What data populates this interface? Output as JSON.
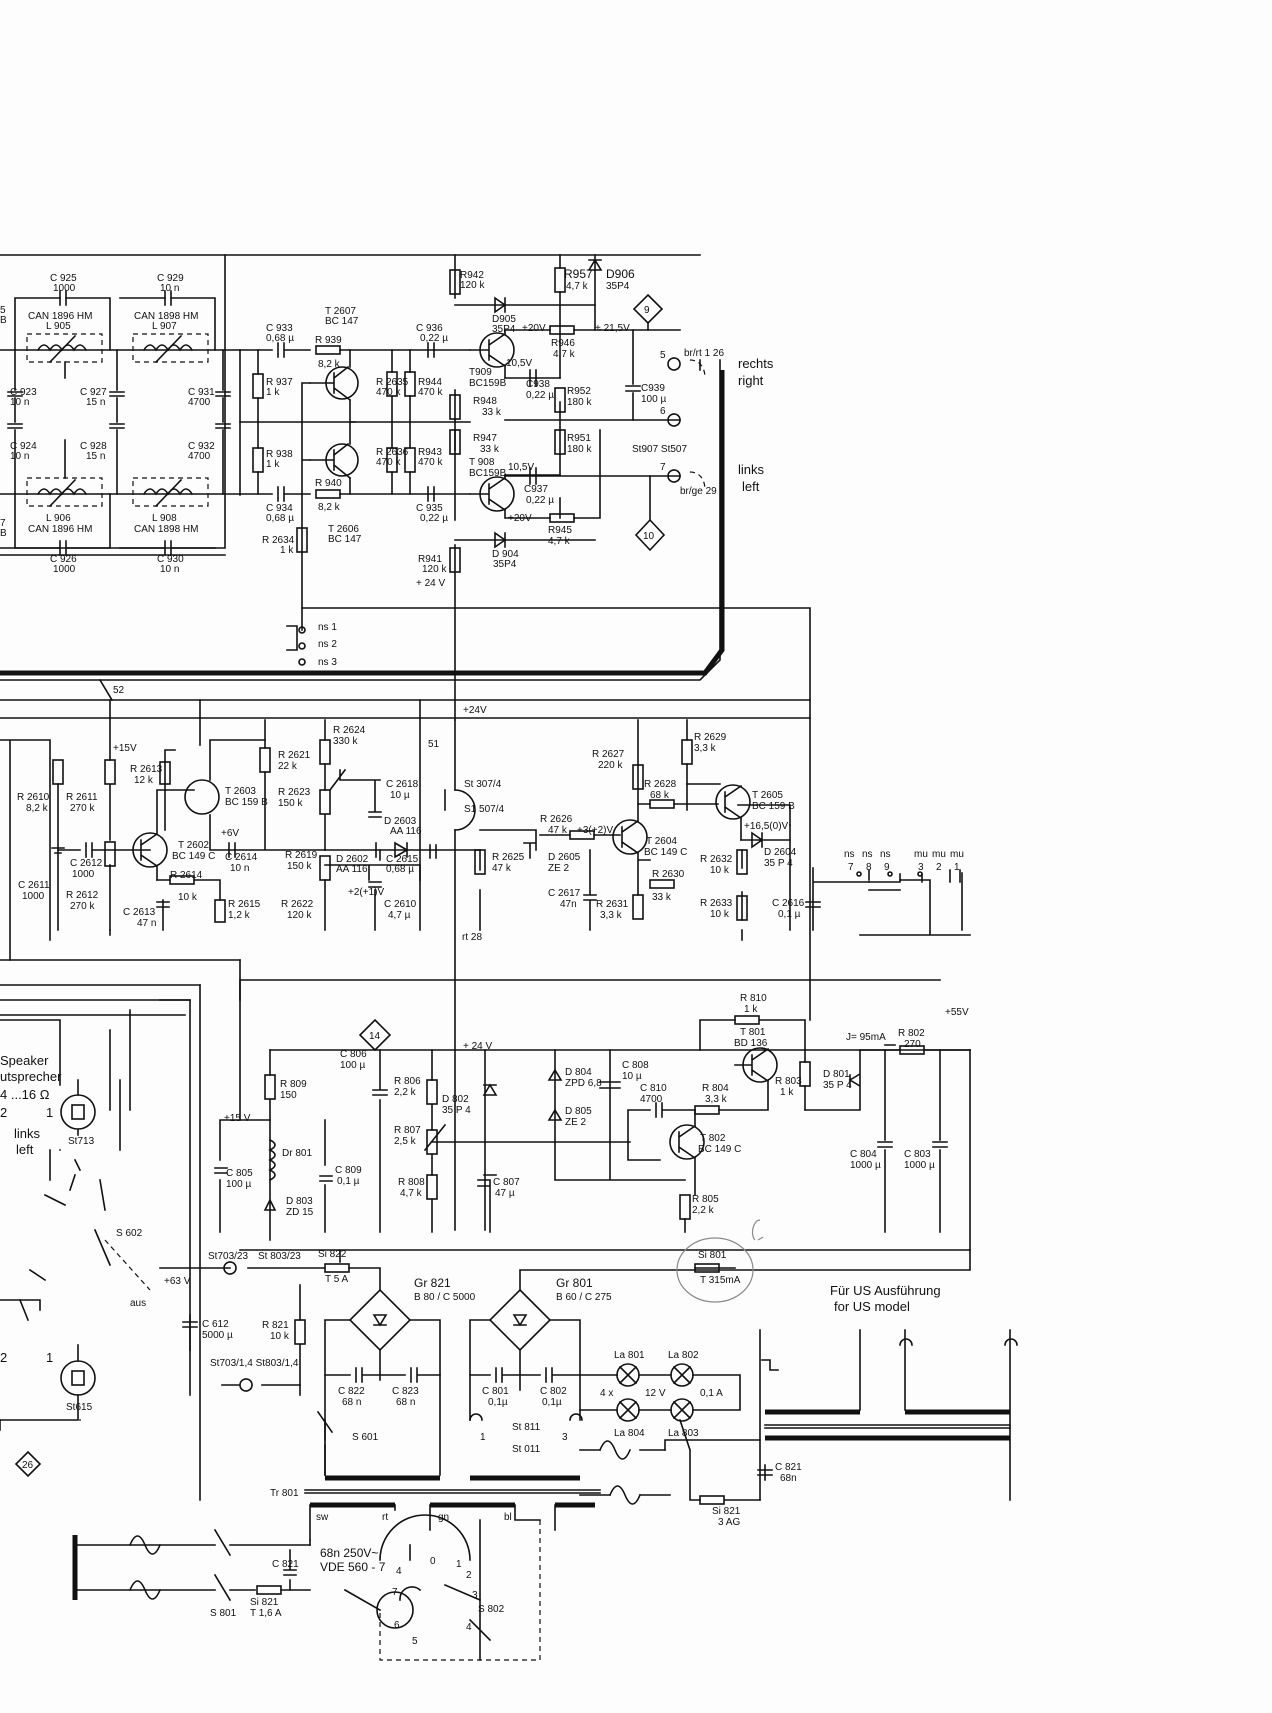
{
  "channels": {
    "right_de": "rechts",
    "right_en": "right",
    "left_de": "links",
    "left_en": "left"
  },
  "speaker": {
    "title_en": "Speaker",
    "title_de": "utsprecher",
    "impedance": "4 ...16 Ω",
    "side_de": "links",
    "side_en": "left",
    "pin1": "1",
    "pin2": "2",
    "pin1b": "1",
    "pin2b": "2",
    "socket_top": "St713",
    "socket_bottom": "St615",
    "switch": "S 602",
    "off": "aus",
    "node26": "26"
  },
  "us_note": {
    "de": "Für US Ausführung",
    "en": "for US model"
  },
  "nodes": {
    "n9": "9",
    "n10": "10",
    "n14": "14"
  },
  "top_block": {
    "c925": [
      "C 925",
      "1000"
    ],
    "c929": [
      "C 929",
      "10 n"
    ],
    "l905": [
      "CAN 1896 HM",
      "L 905"
    ],
    "l907": [
      "CAN 1898 HM",
      "L 907"
    ],
    "c923": [
      "C 923",
      "10 n"
    ],
    "c927": [
      "C 927",
      "15 n"
    ],
    "c931": [
      "C 931",
      "4700"
    ],
    "c924": [
      "C 924",
      "10 n"
    ],
    "c928": [
      "C 928",
      "15 n"
    ],
    "c932": [
      "C 932",
      "4700"
    ],
    "l906": [
      "L 906",
      "CAN 1896 HM"
    ],
    "l908": [
      "L 908",
      "CAN 1898 HM"
    ],
    "c926": [
      "C 926",
      "1000"
    ],
    "c930": [
      "C 930",
      "10 n"
    ],
    "edge_top": [
      "5",
      "B"
    ],
    "edge_bot": [
      "7",
      "B"
    ],
    "t2607": [
      "T 2607",
      "BC 147"
    ],
    "t2606": [
      "T 2606",
      "BC 147"
    ],
    "c933": [
      "C 933",
      "0,68 µ"
    ],
    "c934": [
      "C 934",
      "0,68 µ"
    ],
    "r939": [
      "R 939",
      "8,2 k"
    ],
    "r940": [
      "R 940",
      "8,2 k"
    ],
    "r937": [
      "R 937",
      "1 k"
    ],
    "r938": [
      "R 938",
      "1 k"
    ],
    "r2634": [
      "R 2634",
      "1 k"
    ],
    "r2635": [
      "R 2635",
      "470 k"
    ],
    "r2636": [
      "R 2636",
      "470 k"
    ],
    "r944": [
      "R944",
      "470 k"
    ],
    "r943": [
      "R943",
      "470 k"
    ],
    "c936": [
      "C 936",
      "0,22 µ"
    ],
    "c935": [
      "C 935",
      "0,22 µ"
    ],
    "r942": [
      "R942",
      "120 k"
    ],
    "r941": [
      "R941",
      "120 k"
    ],
    "r957": [
      "R957",
      "4,7 k"
    ],
    "d906": [
      "D906",
      "35P4"
    ],
    "d905": [
      "D905",
      "35P4"
    ],
    "d904": [
      "D 904",
      "35P4"
    ],
    "plus20a": "+20V",
    "plus20b": "+20V",
    "plus215": "+ 21,5V",
    "plus24": "+ 24 V",
    "r946": [
      "R946",
      "4,7 k"
    ],
    "r945": [
      "R945",
      "4,7 k"
    ],
    "t909": [
      "T909",
      "BC159B"
    ],
    "t908": [
      "T 908",
      "BC159B"
    ],
    "v105a": "10,5V",
    "v105b": "10,5V",
    "c938": [
      "C938",
      "0,22 µ"
    ],
    "c937": [
      "C937",
      "0,22 µ"
    ],
    "r952": [
      "R952",
      "180 k"
    ],
    "r951": [
      "R951",
      "180 k"
    ],
    "r948": [
      "R948",
      "33 k"
    ],
    "r947": [
      "R947",
      "33 k"
    ],
    "c939": [
      "C939",
      "100 µ"
    ],
    "st907": "St907 St507",
    "pin5": "5",
    "pin6": "6",
    "pin7": "7",
    "brrt": "br/rt 1  26",
    "brge": "br/ge  29",
    "ns1": "ns 1",
    "ns2": "ns 2",
    "ns3": "ns 3"
  },
  "mid_block": {
    "w52": "52",
    "w51": "51",
    "p24": "+24V",
    "p15": "+15V",
    "p6": "+6V",
    "r2610": [
      "R 2610",
      "8,2 k"
    ],
    "r2611": [
      "R 2611",
      "270 k"
    ],
    "r2612": [
      "R 2612",
      "270 k"
    ],
    "r2613": [
      "R 2613",
      "12 k"
    ],
    "c2611": [
      "C 2611",
      "1000"
    ],
    "c2612": [
      "C 2612",
      "1000"
    ],
    "c2613": [
      "C 2613",
      "47 n"
    ],
    "t2602": [
      "T 2602",
      "BC 149 C"
    ],
    "t2603": [
      "T 2603",
      "BC 159 B"
    ],
    "r2614": [
      "R 2614",
      "10 k"
    ],
    "r2615": [
      "R 2615",
      "1,2 k"
    ],
    "c2614": [
      "C 2614",
      "10 n"
    ],
    "r2621": [
      "R 2621",
      "22 k"
    ],
    "r2624": [
      "R 2624",
      "330 k"
    ],
    "r2623": [
      "R 2623",
      "150 k"
    ],
    "c2618": [
      "C 2618",
      "10 µ"
    ],
    "d2603": [
      "D 2603",
      "AA 116"
    ],
    "d2602": [
      "D 2602",
      "AA 116"
    ],
    "r2619": [
      "R 2619",
      "150 k"
    ],
    "r2622": [
      "R 2622",
      "120 k"
    ],
    "c2615": [
      "C 2615",
      "0,68 µ"
    ],
    "c2610": [
      "C 2610",
      "4,7 µ"
    ],
    "v21": "+2(+1)V",
    "st3074": "St 307/4",
    "st5074": "S1 507/4",
    "r2625": [
      "R 2625",
      "47 k"
    ],
    "d2605": [
      "D 2605",
      "ZE 2"
    ],
    "r2626": [
      "R 2626",
      "47 k"
    ],
    "v32": "+3(+2)V",
    "c2617": [
      "C 2617",
      "47n"
    ],
    "r2627": [
      "R 2627",
      "220 k"
    ],
    "t2604": [
      "T 2604",
      "BC 149 C"
    ],
    "r2628": [
      "R 2628",
      "68 k"
    ],
    "r2631": [
      "R 2631",
      "3,3 k"
    ],
    "r2630": [
      "R 2630",
      "33 k"
    ],
    "r2629": [
      "R 2629",
      "3,3 k"
    ],
    "t2605": [
      "T 2605",
      "BC 159 B"
    ],
    "v165": "+16,5(0)V",
    "d2604": [
      "D 2604",
      "35 P 4"
    ],
    "r2632": [
      "R 2632",
      "10 k"
    ],
    "r2633": [
      "R 2633",
      "10 k"
    ],
    "c2616": [
      "C 2616",
      "0,1 µ"
    ],
    "rt28": "rt 28",
    "ns_labels": [
      "ns",
      "ns",
      "ns"
    ],
    "ns_pins": [
      "7",
      "8",
      "9"
    ],
    "mu_labels": [
      "mu",
      "mu",
      "mu"
    ],
    "mu_pins": [
      "3",
      "2",
      "1"
    ]
  },
  "power": {
    "p24": "+ 24 V",
    "p55": "+55V",
    "p15": "+15 V",
    "p63": "+63 V",
    "current": "J= 95mA",
    "r809": [
      "R 809",
      "150"
    ],
    "dr801": "Dr 801",
    "d803": [
      "D 803",
      "ZD 15"
    ],
    "c809": [
      "C 809",
      "0,1 µ"
    ],
    "c805": [
      "C 805",
      "100 µ"
    ],
    "c806": [
      "C 806",
      "100 µ"
    ],
    "r806": [
      "R 806",
      "2,2 k"
    ],
    "r807": [
      "R 807",
      "2,5 k"
    ],
    "r808": [
      "R 808",
      "4,7 k"
    ],
    "d802": [
      "D 802",
      "35 P 4"
    ],
    "c807": [
      "C 807",
      "47 µ"
    ],
    "d804": [
      "D 804",
      "ZPD 6,8"
    ],
    "d805": [
      "D 805",
      "ZE 2"
    ],
    "c808": [
      "C 808",
      "10 µ"
    ],
    "c810": [
      "C 810",
      "4700"
    ],
    "r804": [
      "R 804",
      "3,3 k"
    ],
    "t802": [
      "T 802",
      "BC 149 C"
    ],
    "r805": [
      "R 805",
      "2,2 k"
    ],
    "r810": [
      "R 810",
      "1 k"
    ],
    "t801": [
      "T 801",
      "BD 136"
    ],
    "r803": [
      "R 803",
      "1 k"
    ],
    "d801": [
      "D 801",
      "35 P 4"
    ],
    "r802": [
      "R 802",
      "270"
    ],
    "c804": [
      "C 804",
      "1000 µ"
    ],
    "c803": [
      "C 803",
      "1000 µ"
    ],
    "st703": "St703/23",
    "st803": "St 803/23",
    "si822": [
      "Si  822",
      "T  5 A"
    ],
    "c612": [
      "C 612",
      "5000 µ"
    ],
    "r821": [
      "R 821",
      "10 k"
    ],
    "st7034": "St703/1,4 St803/1,4",
    "gr821": [
      "Gr 821",
      "B 80 / C 5000"
    ],
    "gr801": [
      "Gr 801",
      "B 60 / C 275"
    ],
    "si801": [
      "Si 801",
      "T 315mA"
    ],
    "c822": [
      "C 822",
      "68 n"
    ],
    "c823": [
      "C 823",
      "68 n"
    ],
    "c801": [
      "C 801",
      "0,1µ"
    ],
    "c802": [
      "C 802",
      "0,1µ"
    ],
    "la801": "La 801",
    "la802": "La 802",
    "la803": "La 803",
    "la804": "La 804",
    "lamps": [
      "4  x",
      "12 V",
      "0,1 A"
    ],
    "st811": "St 811",
    "st011": "St 011",
    "p1": "1",
    "p3": "3",
    "s601": "S 601",
    "tr801": "Tr 801",
    "taps": [
      "sw",
      "rt",
      "gn",
      "bl"
    ],
    "c821a": [
      "C 821",
      "68n"
    ],
    "si821a": [
      "Si 821",
      "3 AG"
    ],
    "c821b": "C 821",
    "c821b_val": [
      "68n  250V~",
      "VDE 560 - 7"
    ],
    "si821b": [
      "Si  821",
      "T  1,6 A"
    ],
    "s801": "S 801",
    "s802": "S 802",
    "sel_pins": [
      "1",
      "2",
      "3",
      "4",
      "5",
      "6",
      "7",
      "4",
      "0"
    ]
  }
}
